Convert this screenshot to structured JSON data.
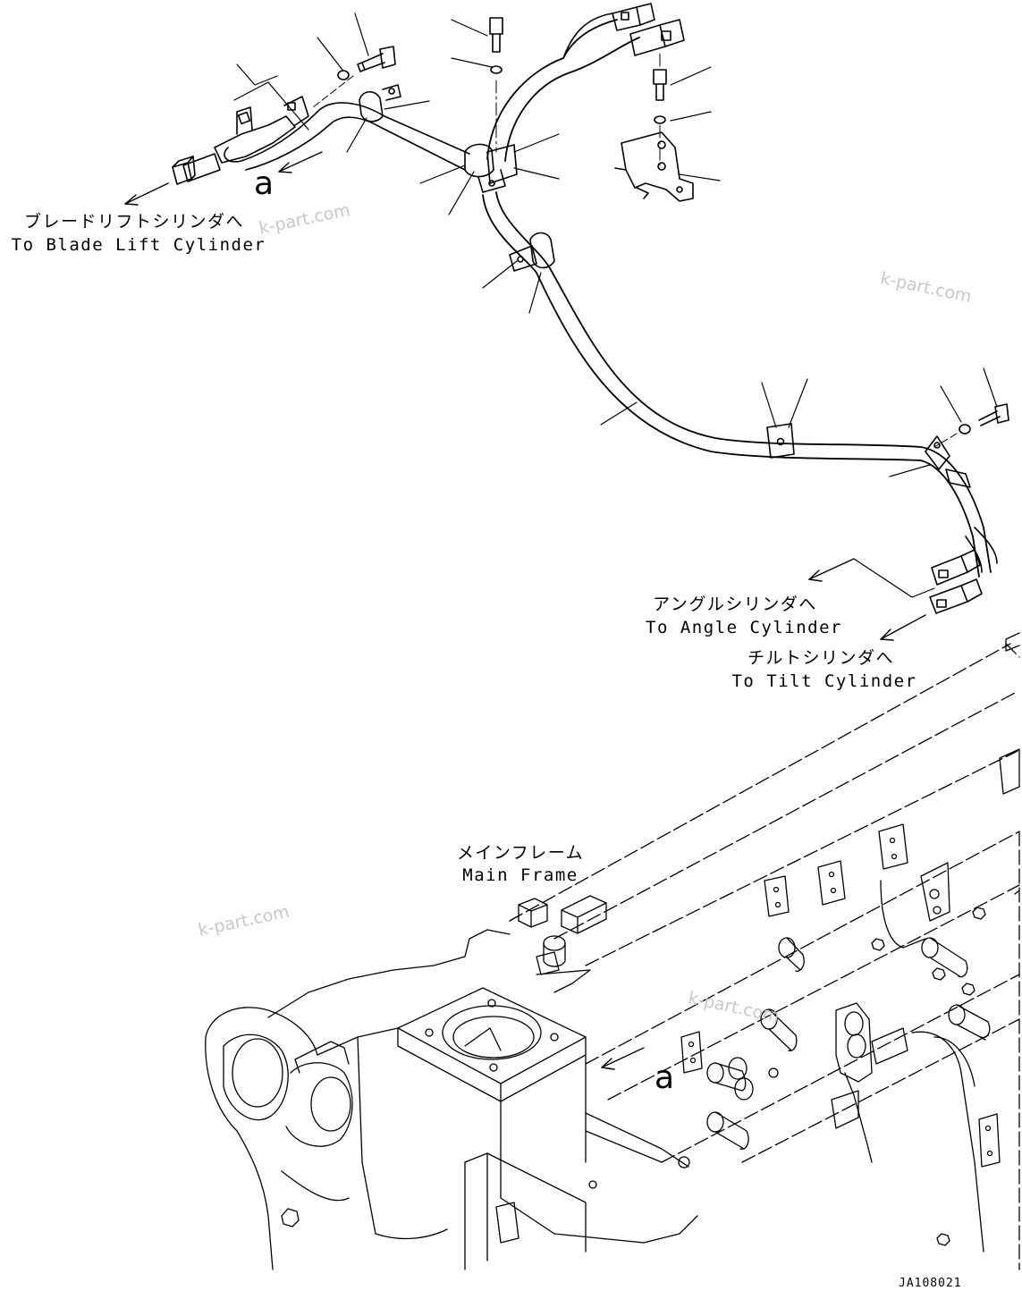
{
  "labels": {
    "blade_lift": {
      "jp": "ブレードリフトシリンダへ",
      "en": "To Blade Lift Cylinder"
    },
    "angle": {
      "jp": "アングルシリンダへ",
      "en": "To Angle Cylinder"
    },
    "tilt": {
      "jp": "チルトシリンダへ",
      "en": "To Tilt Cylinder"
    },
    "main_frame": {
      "jp": "メインフレーム",
      "en": "Main Frame"
    }
  },
  "view_ref": "a",
  "watermark": "k-part.com",
  "drawing_code": "JA108021",
  "colors": {
    "line": "#000000",
    "watermark": "#c7c7c7",
    "background": "#ffffff"
  }
}
